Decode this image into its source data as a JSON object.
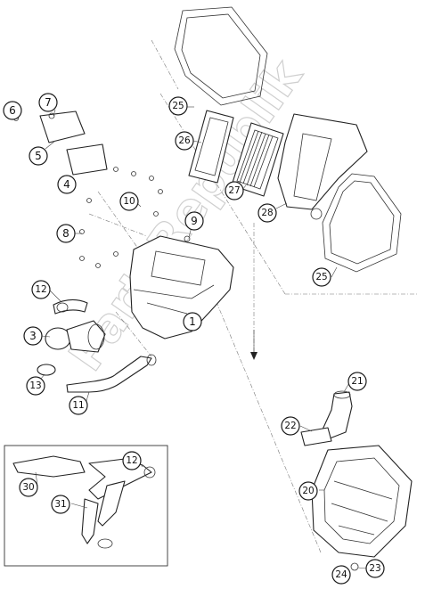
{
  "watermark": "PartsRepublik",
  "callouts": [
    {
      "id": "c1",
      "label": "1"
    },
    {
      "id": "c3",
      "label": "3"
    },
    {
      "id": "c4",
      "label": "4"
    },
    {
      "id": "c5",
      "label": "5"
    },
    {
      "id": "c6",
      "label": "6"
    },
    {
      "id": "c7",
      "label": "7"
    },
    {
      "id": "c8",
      "label": "8"
    },
    {
      "id": "c9",
      "label": "9"
    },
    {
      "id": "c10",
      "label": "10"
    },
    {
      "id": "c11",
      "label": "11"
    },
    {
      "id": "c12a",
      "label": "12"
    },
    {
      "id": "c12b",
      "label": "12"
    },
    {
      "id": "c13",
      "label": "13"
    },
    {
      "id": "c20",
      "label": "20"
    },
    {
      "id": "c21",
      "label": "21"
    },
    {
      "id": "c22",
      "label": "22"
    },
    {
      "id": "c23",
      "label": "23"
    },
    {
      "id": "c24",
      "label": "24"
    },
    {
      "id": "c25a",
      "label": "25"
    },
    {
      "id": "c25b",
      "label": "25"
    },
    {
      "id": "c26",
      "label": "26"
    },
    {
      "id": "c27",
      "label": "27"
    },
    {
      "id": "c28",
      "label": "28"
    },
    {
      "id": "c30",
      "label": "30"
    },
    {
      "id": "c31",
      "label": "31"
    }
  ]
}
